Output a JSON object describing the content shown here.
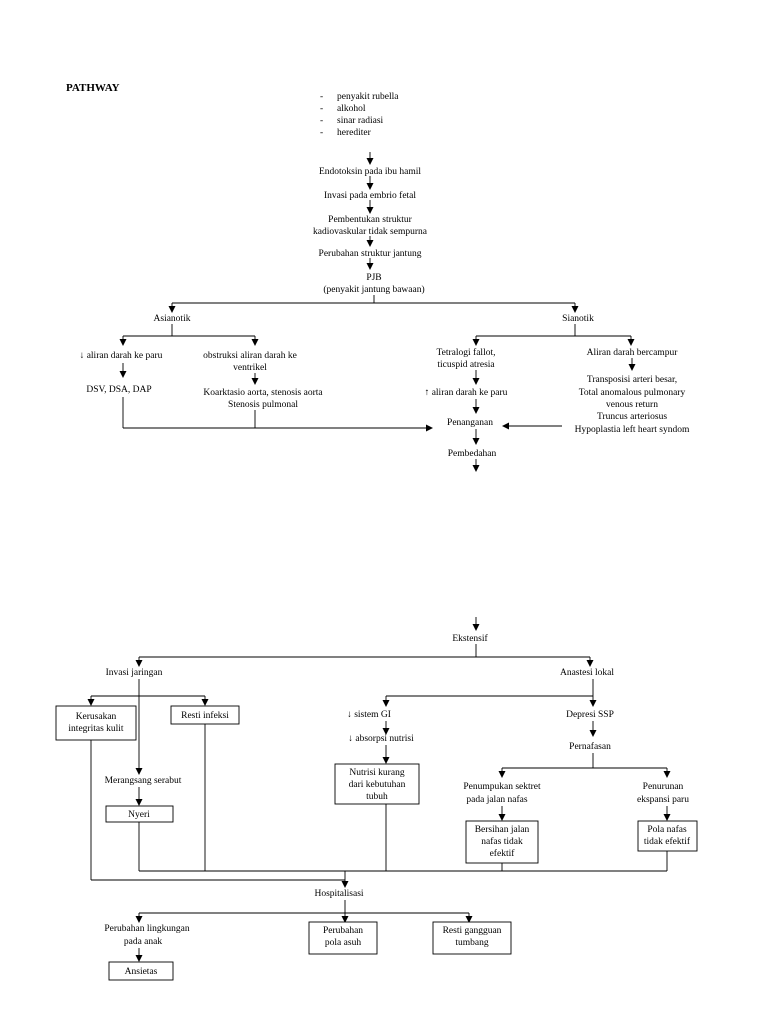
{
  "title": "PATHWAY",
  "causes": [
    "penyakit rubella",
    "alkohol",
    "sinar radiasi",
    "herediter"
  ],
  "bullet": "-",
  "chain": {
    "endotoksin": "Endotoksin pada ibu hamil",
    "invasi_embrio": "Invasi pada embrio fetal",
    "pembentukan_1": "Pembentukan struktur",
    "pembentukan_2": "kadiovaskular tidak sempurna",
    "perubahan_struktur": "Perubahan struktur jantung",
    "pjb": "PJB",
    "pjb_full": "(penyakit jantung bawaan)"
  },
  "asianotik": {
    "label": "Asianotik",
    "aliran_turun": "↓ aliran darah ke paru",
    "dsv": "DSV, DSA, DAP",
    "obstruksi_1": "obstruksi aliran darah ke",
    "obstruksi_2": "ventrikel",
    "koarktasio": "Koarktasio aorta, stenosis aorta",
    "stenosis_pulmonal": "Stenosis pulmonal"
  },
  "sianotik": {
    "label": "Sianotik",
    "tetralogi_1": "Tetralogi fallot,",
    "tetralogi_2": "ticuspid atresia",
    "aliran_naik": "↑ aliran darah ke paru",
    "campur": "Aliran darah bercampur",
    "transposisi_lines": [
      "Transposisi arteri besar,",
      "Total anomalous pulmonary",
      "venous return",
      "Truncus arteriosus",
      "Hypoplastia left heart syndom"
    ]
  },
  "penanganan": "Penanganan",
  "pembedahan": "Pembedahan",
  "ekstensif": "Ekstensif",
  "invasi_jaringan": "Invasi jaringan",
  "kerusakan_1": "Kerusakan",
  "kerusakan_2": "integritas kulit",
  "resti_infeksi": "Resti infeksi",
  "merangsang": "Merangsang serabut",
  "nyeri": "Nyeri",
  "anastesi": "Anastesi lokal",
  "sistem_gi": "↓ sistem GI",
  "absorpsi": "↓ absorpsi nutrisi",
  "nutrisi_lines": [
    "Nutrisi kurang",
    "dari kebutuhan",
    "tubuh"
  ],
  "depresi": "Depresi SSP",
  "pernafasan": "Pernafasan",
  "penumpukan_1": "Penumpukan sektret",
  "penumpukan_2": "pada jalan nafas",
  "bersihan_lines": [
    "Bersihan jalan",
    "nafas tidak",
    "efektif"
  ],
  "penurunan_1": "Penurunan",
  "penurunan_2": "ekspansi paru",
  "pola_nafas_lines": [
    "Pola nafas",
    "tidak efektif"
  ],
  "hospitalisasi": "Hospitalisasi",
  "perubahan_lingk_1": "Perubahan lingkungan",
  "perubahan_lingk_2": "pada anak",
  "ansietas": "Ansietas",
  "pola_asuh_1": "Perubahan",
  "pola_asuh_2": "pola asuh",
  "resti_tumbang_1": "Resti gangguan",
  "resti_tumbang_2": "tumbang"
}
